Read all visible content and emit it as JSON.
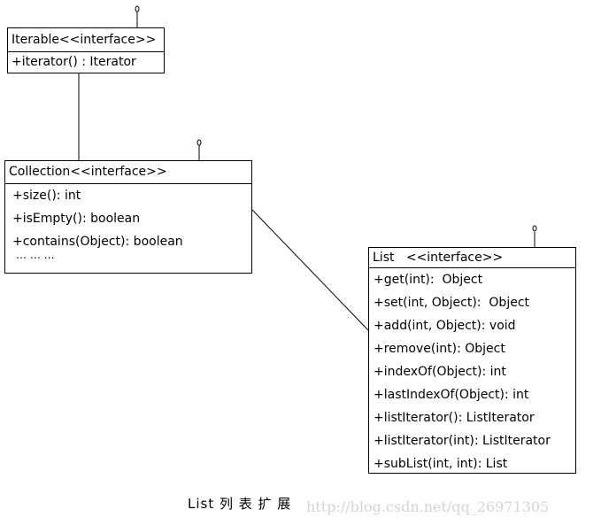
{
  "diagram": {
    "iterable": {
      "title": "Iterable<<interface>>",
      "members": [
        "+iterator() : Iterator"
      ]
    },
    "collection": {
      "title": "Collection<<interface>>",
      "members": [
        "+size(): int",
        "+isEmpty(): boolean",
        "+contains(Object): boolean"
      ],
      "more": "… … …"
    },
    "list": {
      "title": "List   <<interface>>",
      "members": [
        "+get(int):  Object",
        "+set(int, Object):  Object",
        "+add(int, Object): void",
        "+remove(int): Object",
        "+indexOf(Object): int",
        "+lastIndexOf(Object): int",
        "+listIterator(): ListIterator",
        "+listIterator(int): ListIterator",
        "+subList(int, int): List"
      ]
    },
    "caption": "List 列 表 扩 展",
    "watermark": "http://blog.csdn.net/qq_26971305"
  }
}
